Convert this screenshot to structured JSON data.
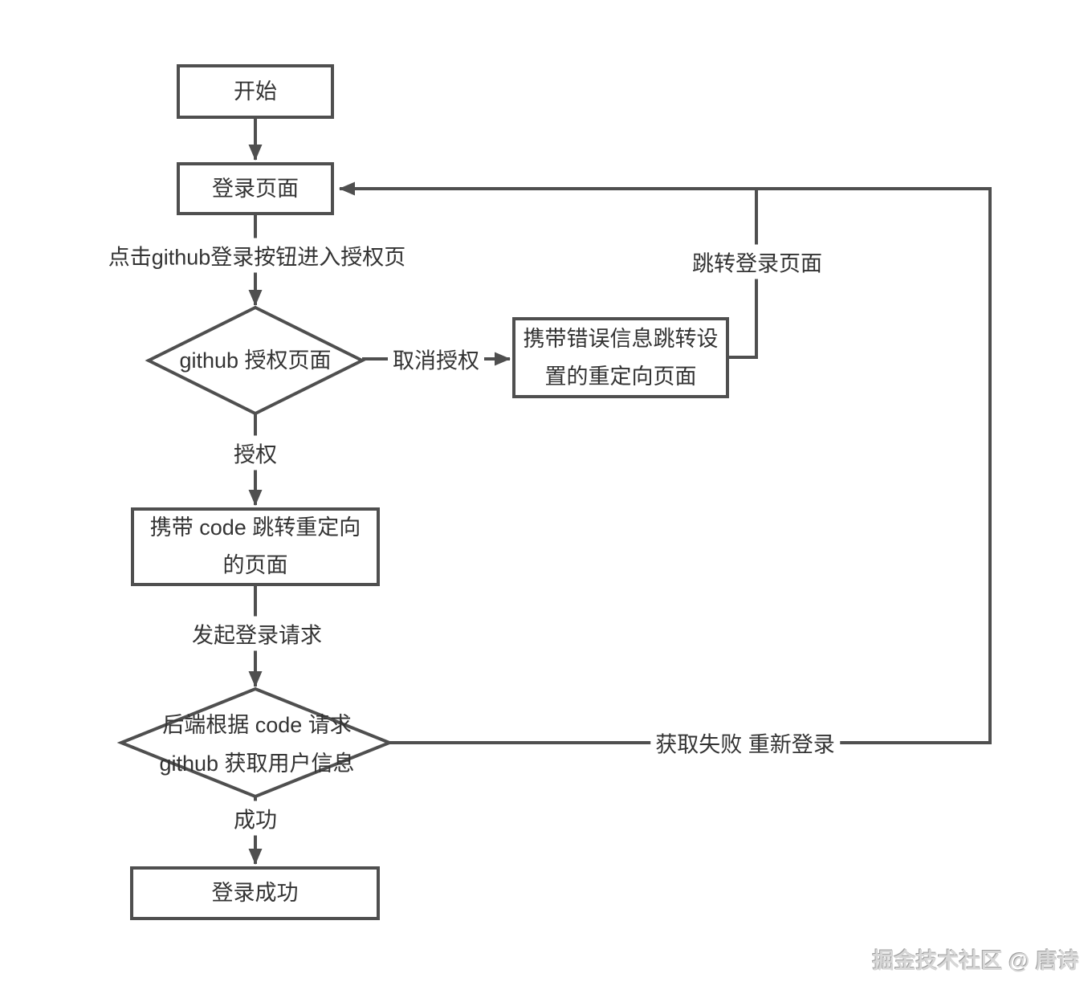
{
  "palette": {
    "line_color": "#4f4f4f",
    "text_color": "#333333",
    "node_fill": "#ffffff",
    "background": "#ffffff",
    "watermark_color": "#d7d7d7"
  },
  "nodes": {
    "start": {
      "type": "process",
      "label": "开始"
    },
    "login": {
      "type": "process",
      "label": "登录页面"
    },
    "auth": {
      "type": "decision",
      "label": "github 授权页面"
    },
    "error": {
      "type": "process",
      "label_line1": "携带错误信息跳转设",
      "label_line2": "置的重定向页面"
    },
    "code": {
      "type": "process",
      "label_line1": "携带 code 跳转重定向",
      "label_line2": "的页面"
    },
    "backend": {
      "type": "decision",
      "label_line1": "后端根据 code 请求",
      "label_line2": "github 获取用户信息"
    },
    "success": {
      "type": "process",
      "label": "登录成功"
    }
  },
  "edge_labels": {
    "click_github": "点击github登录按钮进入授权页",
    "cancel_auth": "取消授权",
    "jump_login": "跳转登录页面",
    "authorize": "授权",
    "send_request": "发起登录请求",
    "fetch_fail": "获取失败 重新登录",
    "success": "成功"
  },
  "watermark": "掘金技术社区 @ 唐诗"
}
